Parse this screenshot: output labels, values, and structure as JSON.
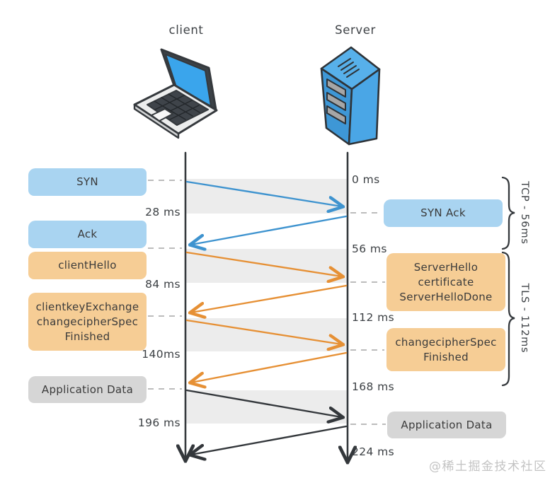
{
  "header": {
    "client": "client",
    "server": "Server"
  },
  "icons": {
    "client": "laptop-icon",
    "server": "server-tower-icon"
  },
  "boxes": {
    "syn": "SYN",
    "ack": "Ack",
    "client_hello": "clientHello",
    "client_key_exchange": [
      "clientkeyExchange",
      "changecipherSpec",
      "Finished"
    ],
    "app_data_client": "Application Data",
    "syn_ack": "SYN Ack",
    "server_hello": [
      "ServerHello",
      "certificate",
      "ServerHelloDone"
    ],
    "change_cipher": [
      "changecipherSpec",
      "Finished"
    ],
    "app_data_server": "Application Data"
  },
  "times": {
    "t0": "0 ms",
    "t28": "28 ms",
    "t56": "56 ms",
    "t84": "84 ms",
    "t112": "112 ms",
    "t140": "140ms",
    "t168": "168 ms",
    "t196": "196 ms",
    "t224": "224 ms"
  },
  "braces": {
    "tcp": "TCP - 56ms",
    "tls": "TLS - 112ms"
  },
  "watermark": {
    "text": "@稀土掘金技术社区"
  },
  "colors": {
    "blue_box": "#a9d4f1",
    "orange_box": "#f6cd95",
    "gray_box": "#d6d6d6",
    "stripe": "#ececec",
    "blue_arrow": "#3e93cf",
    "orange_arrow": "#e69035",
    "dark_arrow": "#33373b"
  }
}
